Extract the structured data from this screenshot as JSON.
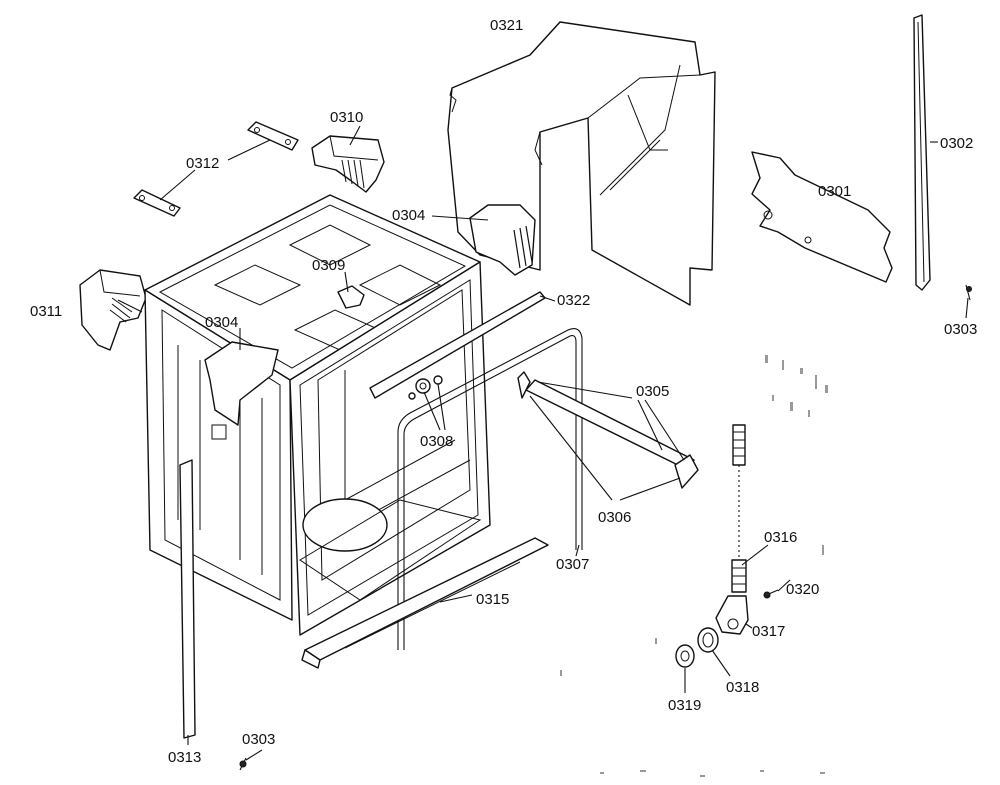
{
  "labels": {
    "p0301": "0301",
    "p0302": "0302",
    "p0303a": "0303",
    "p0303b": "0303",
    "p0304a": "0304",
    "p0304b": "0304",
    "p0305": "0305",
    "p0306": "0306",
    "p0307": "0307",
    "p0308": "0308",
    "p0309": "0309",
    "p0310": "0310",
    "p0311": "0311",
    "p0312": "0312",
    "p0313": "0313",
    "p0315": "0315",
    "p0316": "0316",
    "p0317": "0317",
    "p0318": "0318",
    "p0319": "0319",
    "p0320": "0320",
    "p0321": "0321",
    "p0322": "0322"
  }
}
